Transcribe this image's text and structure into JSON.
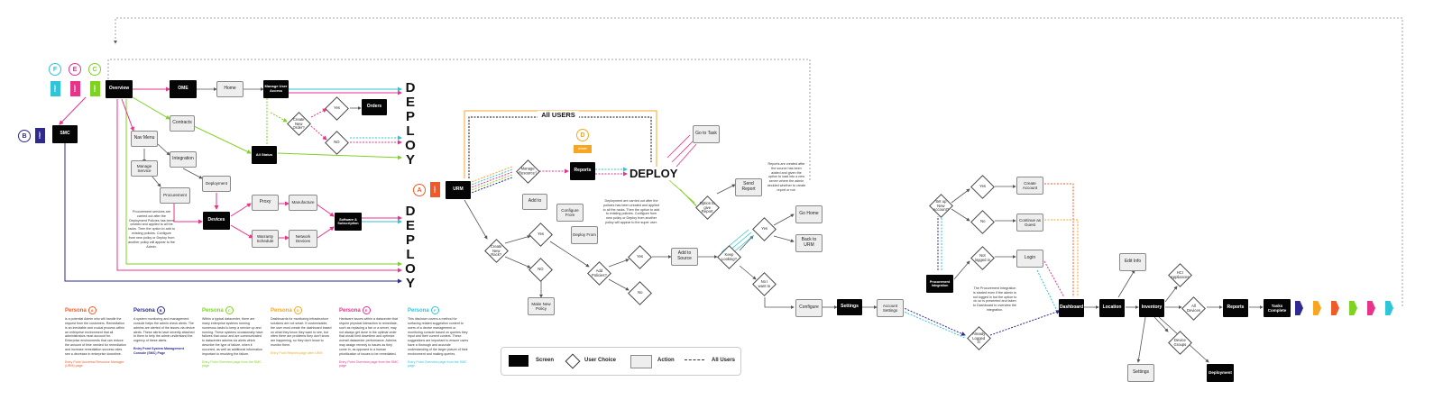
{
  "colors": {
    "screen": "#050505",
    "action_bg": "#eeeeee",
    "persona_A": "#f05a28",
    "persona_B": "#2e2a8f",
    "persona_C": "#7ed321",
    "persona_D": "#f6a623",
    "persona_E": "#e8338b",
    "persona_F": "#2ec5d9"
  },
  "labels": {
    "all_users": "All USERS",
    "deploy_row": "DEPLOY",
    "deploy_col_1": [
      "D",
      "E",
      "P",
      "L",
      "O",
      "Y"
    ],
    "deploy_col_2": [
      "D",
      "E",
      "P",
      "L",
      "O",
      "Y"
    ],
    "start": "START"
  },
  "persona_circles": {
    "F": "F",
    "E": "E",
    "C": "C",
    "B": "B",
    "A": "A",
    "D": "D"
  },
  "screens": {
    "overview": "Overview",
    "ome": "OME",
    "manage_user_access": "Manage User Access",
    "orders": "Orders",
    "smc": "SMC",
    "all_status": "All Status",
    "devices": "Devices",
    "software_subscription": "Software & Subscription",
    "urm": "URM",
    "reports_mid": "Reports",
    "procurement_integration": "Procurement Integration",
    "dashboard": "Dashboard",
    "location": "Location",
    "inventory": "Inventory",
    "reports_end": "Reports",
    "tasks_complete": "Tasks Complete",
    "deployment": "Deployment",
    "settings_mid": "Settings"
  },
  "actions": {
    "home": "Home",
    "contracts": "Contracts",
    "nav_menu": "Nav Menu",
    "integration": "Integration",
    "manage_service": "Manage Service",
    "deployment": "Deployment",
    "procurement": "Procurement",
    "proxy": "Proxy",
    "manufacture": "Manufacture",
    "warranty_schedule": "Warranty Schedule",
    "network_devices": "Network Devices",
    "add_to": "Add to",
    "configure_from": "Configure From",
    "deploy_from": "Deploy From",
    "go_to_task": "Go to Task",
    "send_report": "Send Report",
    "add_to_source": "Add to Source",
    "go_home": "Go Home",
    "back_to_urm": "Back to URM",
    "configure": "Configure",
    "account_settings": "Account Settings",
    "make_new_policy": "Make New Policy",
    "create_account": "Create Account",
    "continue_as_guest": "Continue as Guest",
    "login": "Login",
    "edit_info": "Edit Info",
    "settings": "Settings"
  },
  "choices": {
    "yes_1": "Yes",
    "create_new_order": "Create New Order?",
    "no_1": "NO",
    "manage_resource": "Manage Resource?",
    "create_new_rack": "Create New Rack?",
    "yes_2": "Yes",
    "no_2": "NO",
    "add_policies": "Add Policies?",
    "yes_3": "Yes",
    "no_3": "No",
    "option_to_give_report": "Option to give Report",
    "keep_looking": "Keep Looking?",
    "yes_4": "Yes",
    "no_i_want_to": "No I want to",
    "set_up_new_account": "Set up New Account?",
    "yes_5": "Yes",
    "no_5": "No",
    "not_logged_in": "Not logged in",
    "already_logged_in": "Already Logged in",
    "hci_appliances": "HCI Appliances",
    "all_devices": "All Devices",
    "device_groups": "Device Groups"
  },
  "notes": {
    "procurement_note": "Procurement services are carried out after the Deployment Policies has been created and applied to all the racks. Then the option to add to existing policies. Configure from new policy or Deploy from another policy will appear to the Admin.",
    "deployment_note": "Deployment are carried out after the policies has been created and applied to all the racks. Then the option to add to existing policies. Configure from new policy or Deploy from another policy will appear to the super user.",
    "reports_note": "Reports are created after the source has been added and given the option to load into a new server where the admin decided whether to create report or not.",
    "procurement_integration_note": "The Procurement Integration is started even if the admin is not logged in but the option to do so is presented and taken to Dashboard to overview the integration."
  },
  "personas": [
    {
      "key": "A",
      "title": "Persona",
      "color": "#f05a28",
      "text": "is a potential Admin who will handle the request from the customers. Remediation is an inevitable and crucial process within an enterprise environment that all administrators must account for. Enterprise environments that can reduce the amount of time needed for remediation and increase remediation success rates see a decrease in enterprise downtime.",
      "entry": "Entry Point Universal Resource Manager (URM) page"
    },
    {
      "key": "B",
      "title": "Persona",
      "color": "#2e2a8f",
      "text": "A system monitoring and management console helps the admin check alerts. The admins are alerted of the issues via device alerts. These alerts have severity attached to them to help the admin understand the urgency of these alerts.",
      "entry": "Entry Point System Management Console (SMC) Page"
    },
    {
      "key": "C",
      "title": "Persona",
      "color": "#7ed321",
      "text": "Within a typical datacenter, there are many enterprise systems running numerous tasks to keep a service up and running. These systems occasionally have failures that occur and are communicated to datacenter admins via alerts which describe the type of failure, when it occurred, as well as additional information important to resolving the failure.",
      "entry": "Entry Point Overview page from the SMC page"
    },
    {
      "key": "D",
      "title": "Persona",
      "color": "#f6a623",
      "text": "Dashboards for monitoring infrastructure solutions are not smart. If customizable, the user must create the dashboard based on what they know they want to see, but often there are problems they don't know are happening, so they don't know to monitor them.",
      "entry": "Entry Point Reports page after URM"
    },
    {
      "key": "E",
      "title": "Persona",
      "color": "#e8338b",
      "text": "Hardware issues within a datacenter that require physical interaction to remediate, such as replacing a fan or a server, may not always get done in the optimal order that would limit downtime and optimize overall datacenter performance. Admins may assign remedy to issues as they come in, as opposed to a human prioritization of issues to be remediated.",
      "entry": "Entry Point Overview page from the SMC page"
    },
    {
      "key": "F",
      "title": "Persona",
      "color": "#2ec5d9",
      "text": "This discloser covers a method for surfacing related suggestion content to users of a device management or monitoring console based on queries they input and their current context. These suggestions are important to ensure users have a thorough and accurate understanding of the larger picture of their environment and making queries.",
      "entry": "Entry Point Overview page from the SMC page"
    }
  ],
  "legend": {
    "screen": "Screen",
    "user_choice": "User Choice",
    "action": "Action",
    "all_users": "All Users"
  }
}
